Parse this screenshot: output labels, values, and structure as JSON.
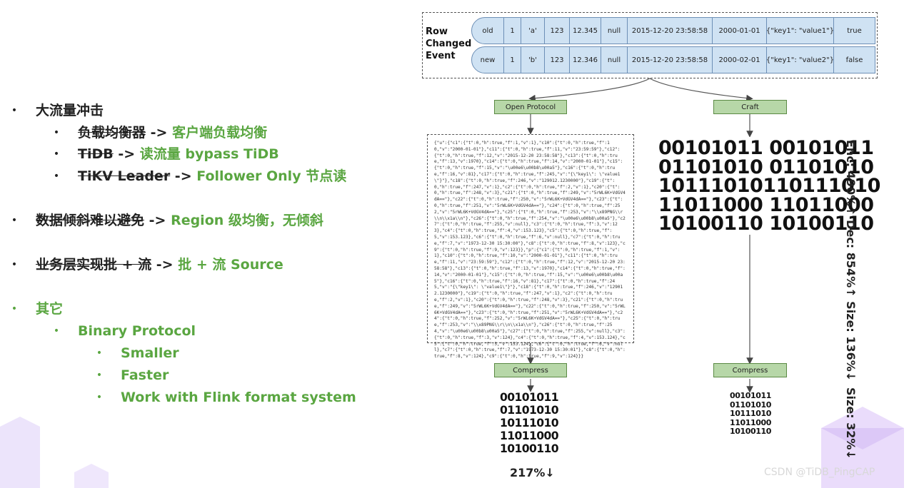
{
  "bullets": {
    "b1": {
      "label": "大流量冲击"
    },
    "b1_1": {
      "old": "负载均衡器",
      "arrow": " -> ",
      "new": "客户端负载均衡"
    },
    "b1_2": {
      "old": "TiDB",
      "arrow": " -> ",
      "new": "读流量 bypass TiDB"
    },
    "b1_3": {
      "old": "TiKV Leader",
      "arrow": " -> ",
      "new": "Follower Only 节点读"
    },
    "b2": {
      "old": "数据倾斜难以避免",
      "arrow": " -> ",
      "new": "Region 级均衡，无倾斜"
    },
    "b3": {
      "old": "业务层实现批 + 流",
      "arrow": " -> ",
      "new": "批 + 流 Source"
    },
    "b4": {
      "label": "其它"
    },
    "b4_1": {
      "label": "Binary Protocol"
    },
    "b4_1_1": {
      "label": "Smaller"
    },
    "b4_1_2": {
      "label": "Faster"
    },
    "b4_1_3": {
      "label": "Work with Flink format system"
    },
    "bullet_char": "•"
  },
  "diagram": {
    "row_changed_event_label": [
      "Row",
      "Changed",
      "Event"
    ],
    "rows": [
      [
        "old",
        "1",
        "'a'",
        "123",
        "12.345",
        "null",
        "2015-12-20 23:58:58",
        "2000-01-01",
        "{\"key1\": \"value1\"}",
        "true"
      ],
      [
        "new",
        "1",
        "'b'",
        "123",
        "12.346",
        "null",
        "2015-12-20 23:58:58",
        "2000-02-01",
        "{\"key1\": \"value2\"}",
        "false"
      ]
    ],
    "open_protocol_label": "Open Protocol",
    "craft_label": "Craft",
    "compress_label_left": "Compress",
    "compress_label_right": "Compress",
    "json_text": "{\"u\":{\"c1\":{\"t\":0,\"h\":true,\"f\":1,\"v\":1},\"c10\":{\"t\":0,\"h\":true,\"f\":10,\"v\":\"2000-01-01\"},\"c11\":{\"t\":0,\"h\":true,\"f\":11,\"v\":\"23:59:59\"},\"c12\":{\"t\":0,\"h\":true,\"f\":12,\"v\":\"2015-12-20 23:58:58\"},\"c13\":{\"t\":0,\"h\":true,\"f\":13,\"v\":1970},\"c14\":{\"t\":0,\"h\":true,\"f\":14,\"v\":\"2000-01-01\"},\"c15\":{\"t\":0,\"h\":true,\"f\":15,\"v\":\"\\u00e6\\u00b8\\u00a5\"},\"c16\":{\"t\":0,\"h\":true,\"f\":16,\"v\":81},\"c17\":{\"t\":0,\"h\":true,\"f\":245,\"v\":\"{\\\"key1\\\": \\\"value1\\\"}\"},\"c18\":{\"t\":0,\"h\":true,\"f\":246,\"v\":\"129012.1230000\"},\"c19\":{\"t\":0,\"h\":true,\"f\":247,\"v\":1},\"c2\":{\"t\":0,\"h\":true,\"f\":2,\"v\":1},\"c20\":{\"t\":0,\"h\":true,\"f\":248,\"v\":3},\"c21\":{\"t\":0,\"h\":true,\"f\":249,\"v\":\"5rWL6K+VdGV4dA==\"},\"c22\":{\"t\":0,\"h\":true,\"f\":250,\"v\":\"5rWL6K+VdGV4dA==\"},\"c23\":{\"t\":0,\"h\":true,\"f\":251,\"v\":\"5rWL6K+VdGV4dA==\"},\"c24\":{\"t\":0,\"h\":true,\"f\":252,\"v\":\"5rWL6K+VdGV4dA==\"},\"c25\":{\"t\":0,\"h\":true,\"f\":253,\"v\":\"\\\\x89PNG\\\\r\\\\n\\\\x1a\\\\n\"},\"c26\":{\"t\":0,\"h\":true,\"f\":254,\"v\":\"\\u00e6\\u00b8\\u00a5\"},\"c27\":{\"t\":0,\"h\":true,\"f\":255,\"v\":null},\"c3\":{\"t\":0,\"h\":true,\"f\":3,\"v\":123},\"c4\":{\"t\":0,\"h\":true,\"f\":4,\"v\":153.123},\"c5\":{\"t\":0,\"h\":true,\"f\":5,\"v\":153.123},\"c6\":{\"t\":0,\"h\":true,\"f\":6,\"v\":null},\"c7\":{\"t\":0,\"h\":true,\"f\":7,\"v\":\"1973-12-30 15:30:00\"},\"c8\":{\"t\":0,\"h\":true,\"f\":8,\"v\":123},\"c9\":{\"t\":0,\"h\":true,\"f\":9,\"v\":123}},\"p\":{\"c1\":{\"t\":0,\"h\":true,\"f\":1,\"v\":1},\"c10\":{\"t\":0,\"h\":true,\"f\":10,\"v\":\"2000-01-01\"},\"c11\":{\"t\":0,\"h\":true,\"f\":11,\"v\":\"23:59:59\"},\"c12\":{\"t\":0,\"h\":true,\"f\":12,\"v\":\"2015-12-20 23:58:58\"},\"c13\":{\"t\":0,\"h\":true,\"f\":13,\"v\":1970},\"c14\":{\"t\":0,\"h\":true,\"f\":14,\"v\":\"2000-01-01\"},\"c15\":{\"t\":0,\"h\":true,\"f\":15,\"v\":\"\\u00e6\\u00b8\\u00a5\"},\"c16\":{\"t\":0,\"h\":true,\"f\":16,\"v\":81},\"c17\":{\"t\":0,\"h\":true,\"f\":245,\"v\":\"{\\\"key1\\\": \\\"value1\\\"}\"},\"c18\":{\"t\":0,\"h\":true,\"f\":246,\"v\":\"129012.1230000\"},\"c19\":{\"t\":0,\"h\":true,\"f\":247,\"v\":1},\"c2\":{\"t\":0,\"h\":true,\"f\":2,\"v\":1},\"c20\":{\"t\":0,\"h\":true,\"f\":248,\"v\":3},\"c21\":{\"t\":0,\"h\":true,\"f\":249,\"v\":\"5rWL6K+VdGV4dA==\"},\"c22\":{\"t\":0,\"h\":true,\"f\":250,\"v\":\"5rWL6K+VdGV4dA==\"},\"c23\":{\"t\":0,\"h\":true,\"f\":251,\"v\":\"5rWL6K+VdGV4dA==\"},\"c24\":{\"t\":0,\"h\":true,\"f\":252,\"v\":\"5rWL6K+VdGV4dA==\"},\"c25\":{\"t\":0,\"h\":true,\"f\":253,\"v\":\"\\\\x89PNG\\\\r\\\\n\\\\x1a\\\\n\"},\"c26\":{\"t\":0,\"h\":true,\"f\":254,\"v\":\"\\u00e6\\u00b8\\u00a5\"},\"c27\":{\"t\":0,\"h\":true,\"f\":255,\"v\":null},\"c3\":{\"t\":0,\"h\":true,\"f\":3,\"v\":124},\"c4\":{\"t\":0,\"h\":true,\"f\":4,\"v\":153.124},\"c5\":{\"t\":0,\"h\":true,\"f\":5,\"v\":153.124},\"c6\":{\"t\":0,\"h\":true,\"f\":6,\"v\":null},\"c7\":{\"t\":0,\"h\":true,\"f\":7,\"v\":\"1973-12-30 15:30:01\"},\"c8\":{\"t\":0,\"h\":true,\"f\":8,\"v\":124},\"c9\":{\"t\":0,\"h\":true,\"f\":9,\"v\":124}}}",
    "binary_big": "00101011 00101011\n01101010 01101010\n10111010110111010\n11011000 11011000\n10100110 10100110",
    "binary_mid": "00101011\n01101010\n10111010\n11011000\n10100110",
    "binary_small": "00101011\n01101010\n10111010\n11011000\n10100110",
    "craft_stats": "Enc: 490%↑ Dec: 854%↑ Size: 136%↓",
    "compress_stats": "Size: 32%↓",
    "open_ratio": "217%↓"
  },
  "watermark": "CSDN @TiDB_PingCAP",
  "colors": {
    "accent_green": "#5aa641",
    "node_green": "#b7d7a8",
    "row_blue": "#cfe2f3"
  }
}
